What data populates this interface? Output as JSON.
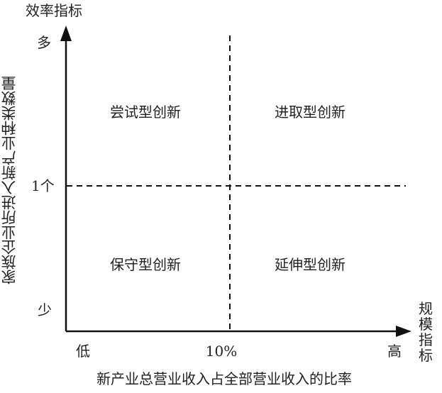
{
  "y_axis": {
    "title": "效率指标",
    "label": "家族企业所进入新产业种类数量",
    "ticks": [
      "多",
      "1个",
      "少"
    ]
  },
  "x_axis": {
    "title": "规模指标",
    "label": "新产业总营业收入占全部营业收入的比率",
    "ticks": [
      "低",
      "10%",
      "高"
    ]
  },
  "quadrants": {
    "top_left": "尝试型创新",
    "top_right": "进取型创新",
    "bottom_left": "保守型创新",
    "bottom_right": "延伸型创新"
  }
}
